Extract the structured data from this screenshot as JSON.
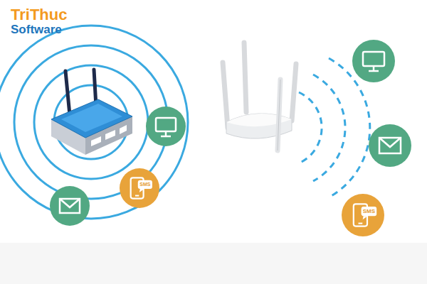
{
  "diagram": {
    "nodes": [
      {
        "text": [
          "SMS"
        ]
      },
      {
        "text": [
          "SMS"
        ]
      }
    ],
    "labels": [
      "TriThuc",
      "Software"
    ]
  }
}
